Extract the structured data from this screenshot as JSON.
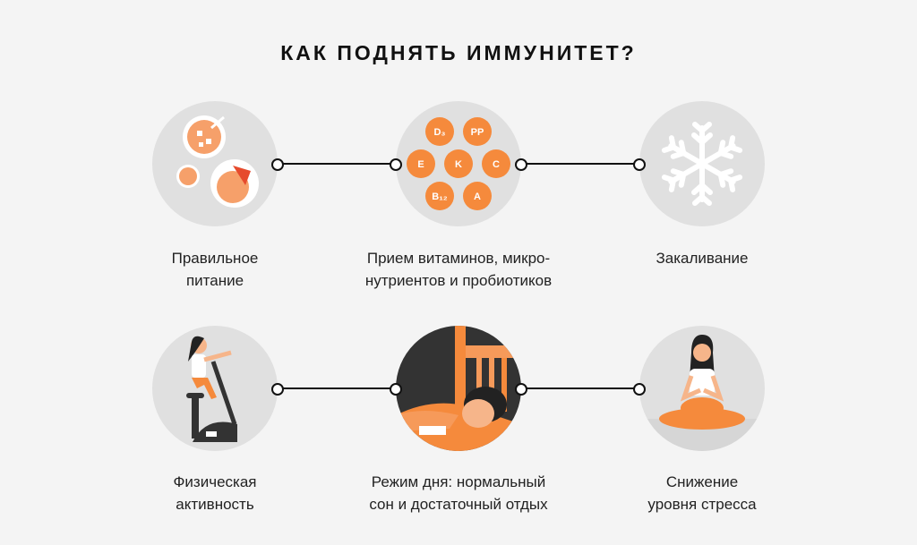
{
  "title": "КАК ПОДНЯТЬ ИММУНИТЕТ?",
  "colors": {
    "accent": "#f58a3c",
    "circle": "#e0e0e0",
    "background": "#f4f4f4",
    "line": "#111111"
  },
  "items": [
    {
      "label_line1": "Правильное",
      "label_line2": "питание",
      "icon": "food-icon"
    },
    {
      "label_line1": "Прием витаминов, микро-",
      "label_line2": "нутриентов и пробиотиков",
      "icon": "vitamins-icon",
      "vitamins": [
        "D₃",
        "PP",
        "E",
        "K",
        "C",
        "B₁₂",
        "A"
      ]
    },
    {
      "label_line1": "Закаливание",
      "label_line2": "",
      "icon": "snowflake-icon"
    },
    {
      "label_line1": "Физическая",
      "label_line2": "активность",
      "icon": "exercise-bike-icon"
    },
    {
      "label_line1": "Режим дня: нормальный",
      "label_line2": "сон и достаточный отдых",
      "icon": "sleep-icon"
    },
    {
      "label_line1": "Снижение",
      "label_line2": "уровня стресса",
      "icon": "meditation-icon"
    }
  ]
}
